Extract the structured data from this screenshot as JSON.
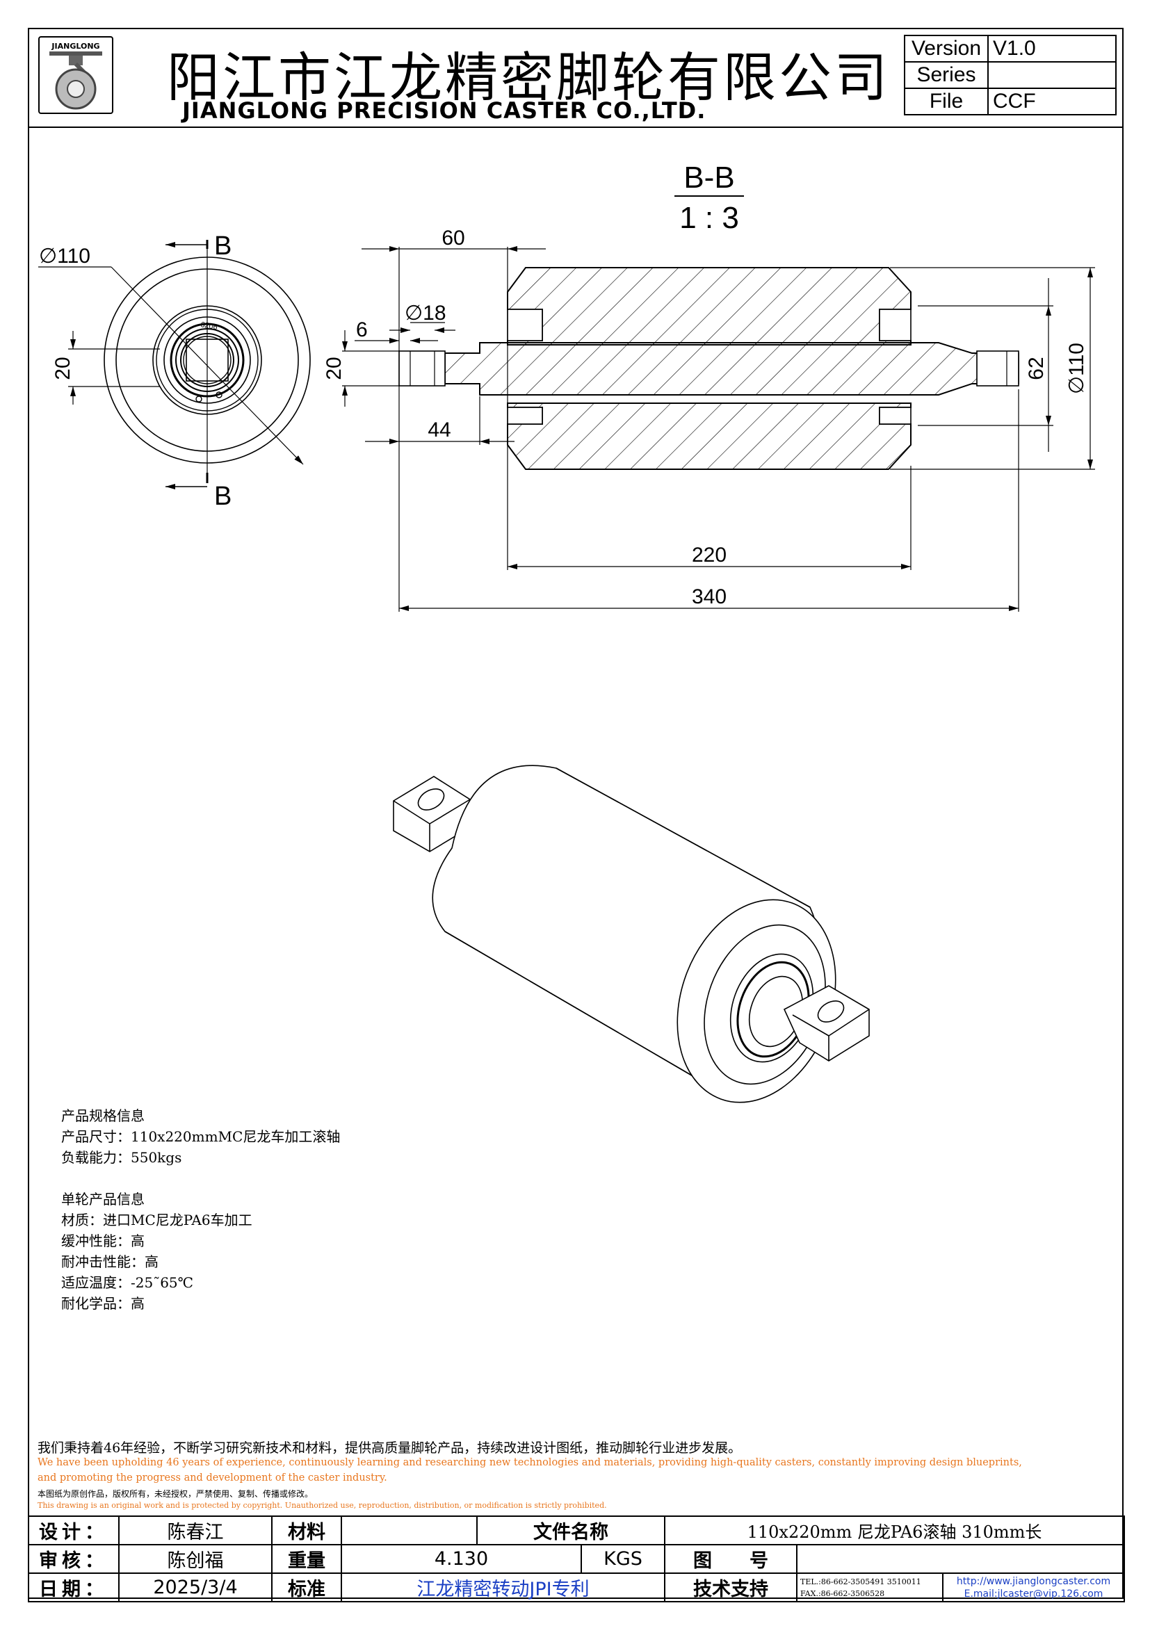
{
  "header": {
    "logo_text": "JIANGLONG",
    "title_cn": "阳江市江龙精密脚轮有限公司",
    "title_en": "JIANGLONG PRECISION CASTER CO.,LTD.",
    "version_table": [
      {
        "key": "Version",
        "value": "V1.0"
      },
      {
        "key": "Series",
        "value": ""
      },
      {
        "key": "File",
        "value": "CCF"
      }
    ]
  },
  "drawing": {
    "section_label": "B-B",
    "scale": "1 : 3",
    "cut_mark": "B",
    "bearing_code": "6206",
    "dims": {
      "dia_wheel": "110",
      "dia_wheel_prefix": "∅110",
      "dia_hole": "∅18",
      "shaft_w_left": "20",
      "shaft_w_right": "20",
      "len_60": "60",
      "len_6": "6",
      "len_44": "44",
      "len_220": "220",
      "len_340": "340",
      "dim_62": "62",
      "dim_110v": "∅110"
    }
  },
  "spec": {
    "title1": "产品规格信息",
    "size": "产品尺寸：110x220mmMC尼龙车加工滚轴",
    "load": "负载能力：550kgs",
    "title2": "单轮产品信息",
    "material": "材质：进口MC尼龙PA6车加工",
    "cushion": "缓冲性能：高",
    "impact": "耐冲击性能：高",
    "temp": "适应温度：-25˜65℃",
    "chem": "耐化学品：高"
  },
  "motto": {
    "cn": "我们秉持着46年经验，不断学习研究新技术和材料，提供高质量脚轮产品，持续改进设计图纸，推动脚轮行业进步发展。",
    "en1": "We have been upholding 46 years of experience, continuously learning and researching new technologies and materials, providing high-quality casters, constantly improving design blueprints,",
    "en2": "and promoting the progress and development of the caster industry.",
    "copy_cn": "本图纸为原创作品，版权所有，未经授权，严禁使用、复制、传播或修改。",
    "copy_en": "This drawing is an original work and is protected by copyright. Unauthorized use, reproduction, distribution, or modification is strictly prohibited."
  },
  "title_block": {
    "design_label": "设计：",
    "design_value": "陈春江",
    "review_label": "审核：",
    "review_value": "陈创福",
    "date_label": "日期：",
    "date_value": "2025/3/4",
    "material_label": "材料",
    "material_value": "",
    "weight_label": "重量",
    "weight_value": "4.130",
    "weight_unit": "KGS",
    "standard_label": "标准",
    "standard_value": "江龙精密转动JPI专利",
    "filename_label": "文件名称",
    "filename_value": "110x220mm 尼龙PA6滚轴 310mm长",
    "drawing_no_label": "图　　号",
    "drawing_no_value": "",
    "support_label": "技术支持",
    "tel": "TEL.:86-662-3505491 3510011",
    "fax": "FAX.:86-662-3506528",
    "web": "http://www.jianglongcaster.com",
    "email": "E.mail:jlcaster@vip.126.com"
  }
}
